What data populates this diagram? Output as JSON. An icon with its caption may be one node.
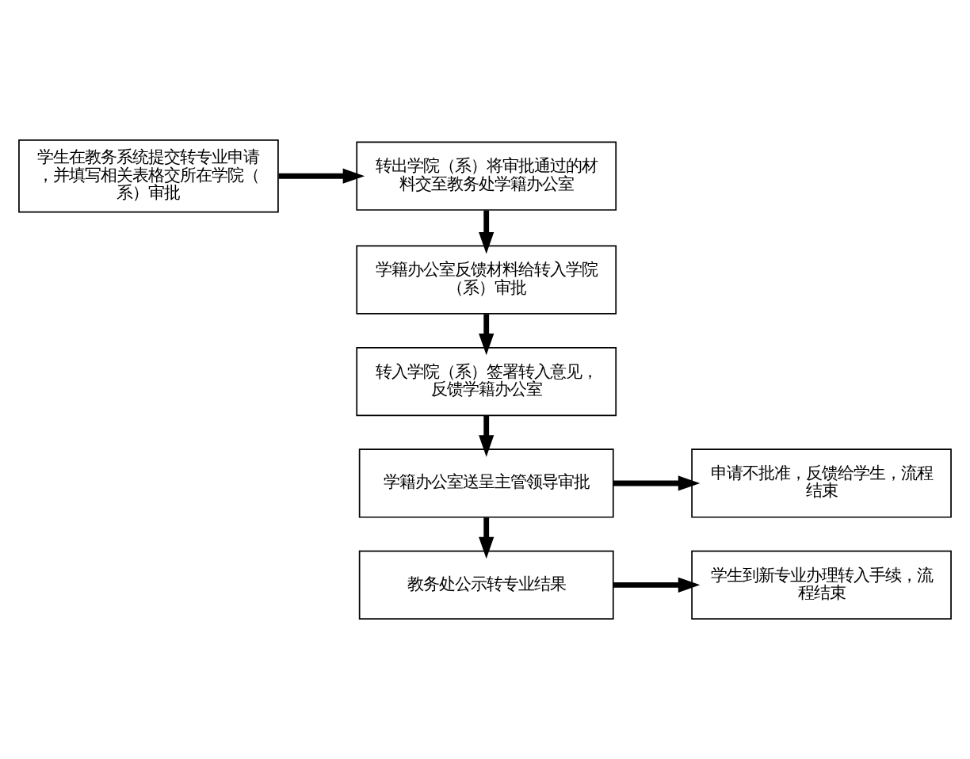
{
  "diagram": {
    "nodes": [
      {
        "text": [
          "学生在教务系统提交转专业申请，并填写相关表格交所在学院（系）审批"
        ]
      },
      {
        "text": [
          "转出学院（系）将审批通过的材料交至教务处学籍办公室"
        ]
      },
      {
        "text": [
          "学籍办公室反馈材料给转入学院（系）审批"
        ]
      },
      {
        "text": [
          "转入学院（系）签署转入意见，反馈学籍办公室"
        ]
      },
      {
        "text": [
          "学籍办公室送呈主管领导审批"
        ]
      },
      {
        "text": [
          "申请不批准，反馈给学生，流程结束"
        ]
      },
      {
        "text": [
          "教务处公示转专业结果"
        ]
      },
      {
        "text": [
          "学生到新专业办理转入手续，流程结束"
        ]
      }
    ],
    "edges": [
      {
        "from": 0,
        "to": 1,
        "arrow": "to"
      },
      {
        "from": 1,
        "to": 2,
        "arrow": "to"
      },
      {
        "from": 2,
        "to": 3,
        "arrow": "to"
      },
      {
        "from": 3,
        "to": 4,
        "arrow": "to"
      },
      {
        "from": 4,
        "to": 5,
        "arrow": "to"
      },
      {
        "from": 4,
        "to": 6,
        "arrow": "to"
      },
      {
        "from": 6,
        "to": 7,
        "arrow": "to"
      }
    ]
  }
}
